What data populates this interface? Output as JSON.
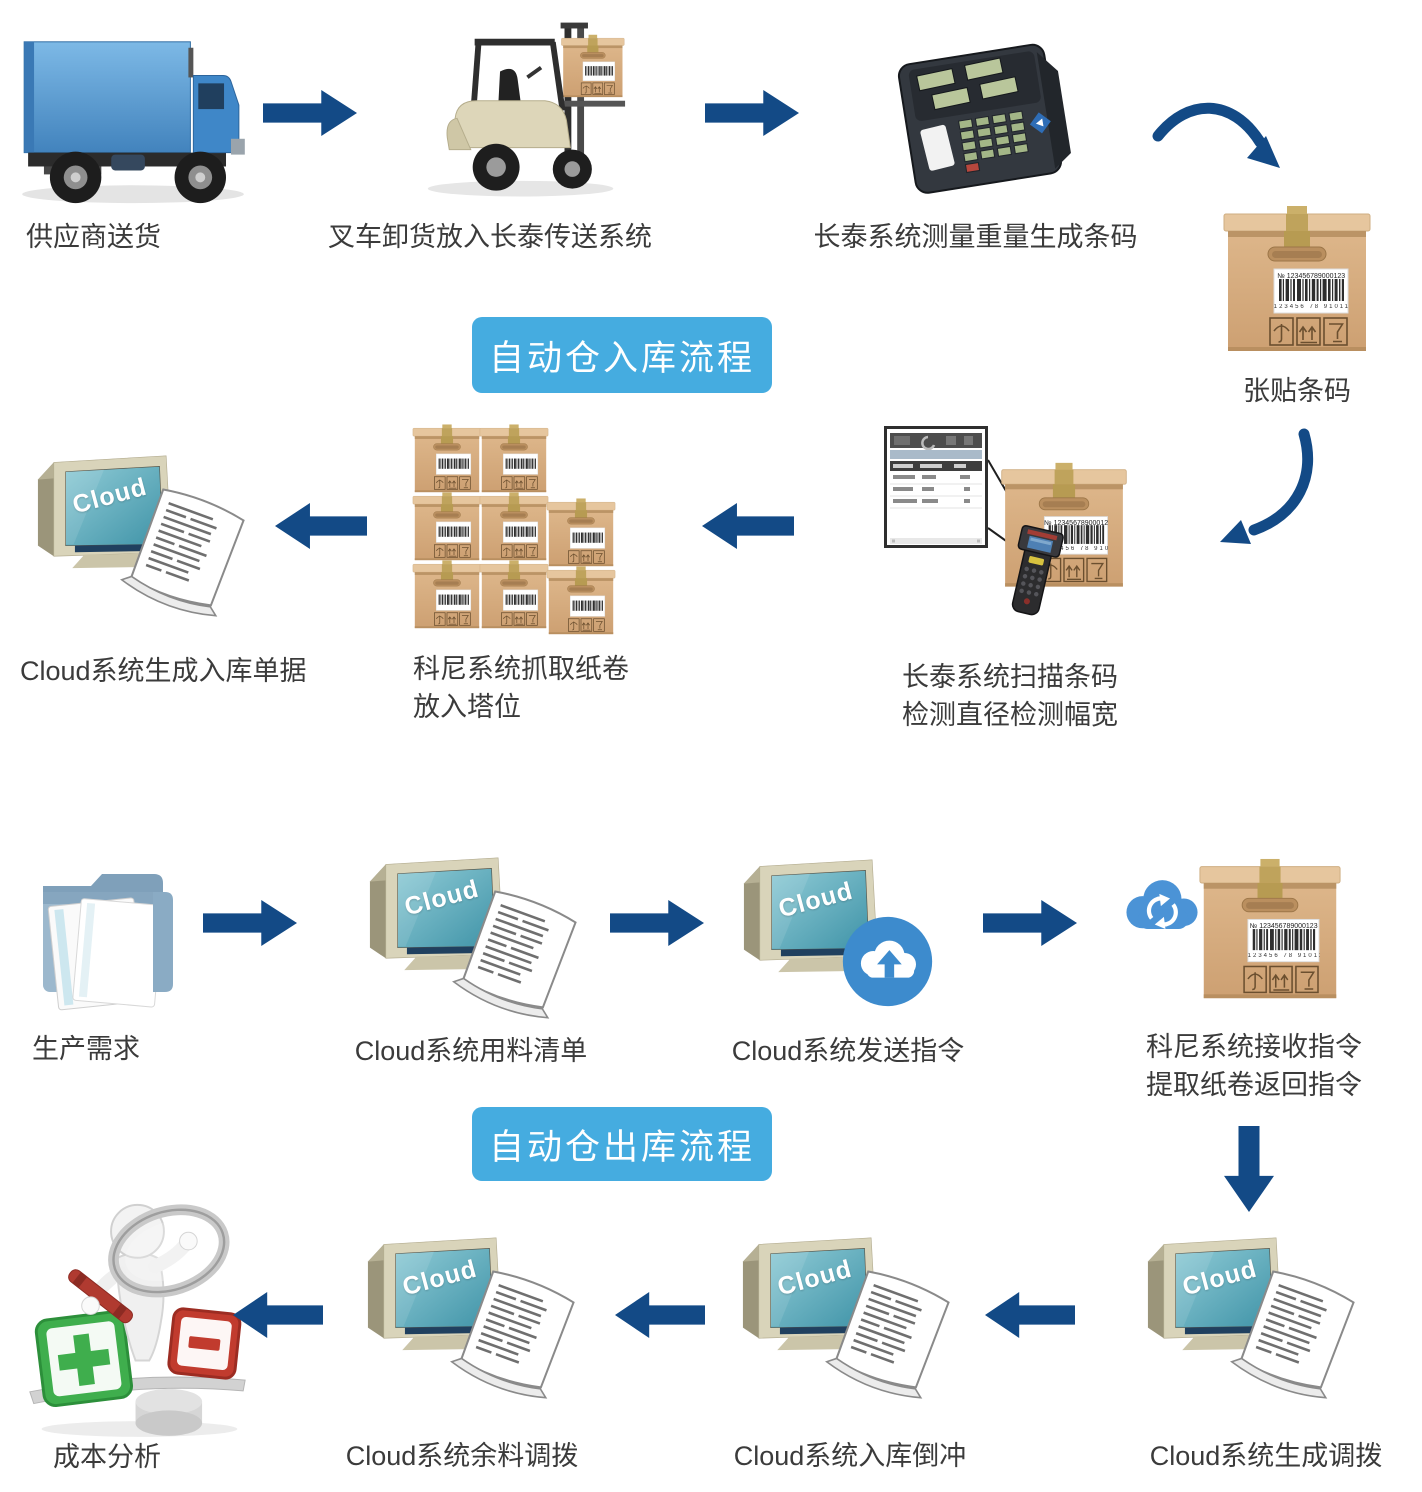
{
  "banners": {
    "inbound": "自动仓入库流程",
    "outbound": "自动仓出库流程"
  },
  "monitor_screen_text": "Cloud",
  "barcode": {
    "number": "№ 123456789000123",
    "digits": "123456 78 91011 7"
  },
  "steps": {
    "supplier_delivery": {
      "label": "供应商送货"
    },
    "forklift_unload": {
      "label": "叉车卸货放入长泰传送系统"
    },
    "weigh_barcode": {
      "label": "长泰系统测量重量生成条码"
    },
    "paste_barcode": {
      "label": "张贴条码"
    },
    "cloud_inbound_doc": {
      "label": "Cloud系统生成入库单据"
    },
    "koni_grab": {
      "line1": "科尼系统抓取纸卷",
      "line2": "放入塔位"
    },
    "scan_detect": {
      "line1": "长泰系统扫描条码",
      "line2": "检测直径检测幅宽"
    },
    "production_demand": {
      "label": "生产需求"
    },
    "cloud_material_list": {
      "label": "Cloud系统用料清单"
    },
    "cloud_send_cmd": {
      "label": "Cloud系统发送指令"
    },
    "koni_receive": {
      "line1": "科尼系统接收指令",
      "line2": "提取纸卷返回指令"
    },
    "cost_analysis": {
      "label": "成本分析"
    },
    "cloud_surplus_transfer": {
      "label": "Cloud系统余料调拨"
    },
    "cloud_inbound_backflush": {
      "label": "Cloud系统入库倒冲"
    },
    "cloud_generate_transfer": {
      "label": "Cloud系统生成调拨"
    }
  },
  "colors": {
    "arrow_blue": "#134a86",
    "banner_blue": "#45ace0",
    "banner_text": "#ffffff",
    "cardboard": "#d6ab7c",
    "screen_teal": "#4f9cae",
    "cloud_icon_blue": "#3d8bcd"
  }
}
